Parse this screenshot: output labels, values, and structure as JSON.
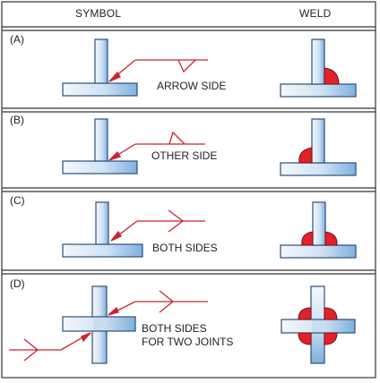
{
  "headers": {
    "symbol": "SYMBOL",
    "weld": "WELD"
  },
  "rows": [
    {
      "label": "(A)",
      "text": "ARROW SIDE"
    },
    {
      "label": "(B)",
      "text": "OTHER SIDE"
    },
    {
      "label": "(C)",
      "text": "BOTH SIDES"
    },
    {
      "label": "(D)",
      "text_line1": "BOTH SIDES",
      "text_line2": "FOR TWO JOINTS"
    }
  ],
  "colors": {
    "border": "#333333",
    "plate_fill_light": "#eef4fb",
    "plate_fill_dark": "#7fb0de",
    "plate_stroke": "#2b4f7a",
    "arrow_line": "#c8262e",
    "weld_fill": "#e2222a",
    "weld_stroke": "#7a1015"
  }
}
